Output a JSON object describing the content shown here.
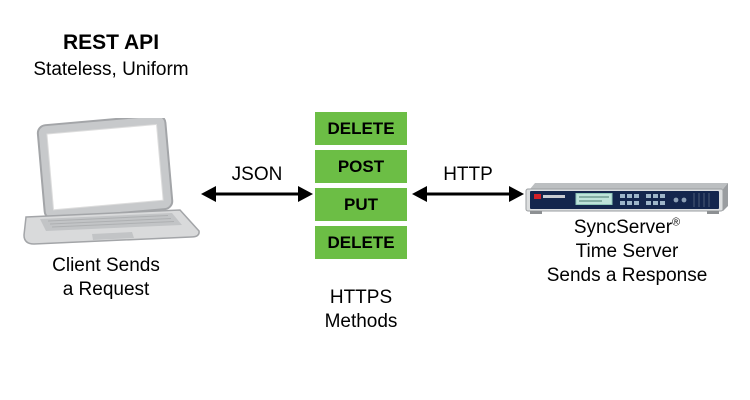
{
  "header": {
    "title": "REST API",
    "subtitle": "Stateless, Uniform"
  },
  "client": {
    "caption_line1": "Client Sends",
    "caption_line2": "a Request"
  },
  "arrows": {
    "left_label": "JSON",
    "right_label": "HTTP"
  },
  "methods": {
    "items": [
      "DELETE",
      "POST",
      "PUT",
      "DELETE"
    ],
    "caption_line1": "HTTPS",
    "caption_line2": "Methods",
    "box_color": "#6CBE45"
  },
  "server": {
    "name": "SyncServer",
    "reg": "®",
    "caption_line1": "Time Server",
    "caption_line2": "Sends a Response"
  },
  "colors": {
    "method_green": "#6CBE45",
    "arrow_black": "#000000",
    "server_panel_navy": "#14264D",
    "server_logo_red": "#D22027",
    "server_display_teal": "#BFE3DA"
  }
}
